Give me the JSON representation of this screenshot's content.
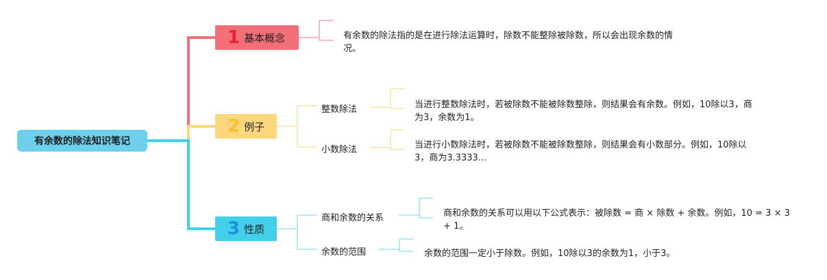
{
  "root": {
    "label": "有余数的除法知识笔记"
  },
  "branches": [
    {
      "number": "1",
      "label": "基本概念",
      "color": "#f36f78",
      "leaf": "有余数的除法指的是在进行除法运算时，除数不能整除被除数，所以会出现余数的情况。"
    },
    {
      "number": "2",
      "label": "例子",
      "color": "#fcd77b",
      "subs": [
        {
          "label": "整数除法",
          "leaf": "当进行整数除法时，若被除数不能被除数整除，则结果会有余数。例如，10除以3，商为3，余数为1。"
        },
        {
          "label": "小数除法",
          "leaf": "当进行小数除法时，若被除数不能被除数整除，则结果会有小数部分。例如，10除以3，商为3.3333..."
        }
      ]
    },
    {
      "number": "3",
      "label": "性质",
      "color": "#42cfe9",
      "subs": [
        {
          "label": "商和余数的关系",
          "leaf": "商和余数的关系可以用以下公式表示：被除数 = 商 × 除数 + 余数。例如，10 = 3 × 3 + 1。"
        },
        {
          "label": "余数的范围",
          "leaf": "余数的范围一定小于除数。例如，10除以3的余数为1，小于3。"
        }
      ]
    }
  ]
}
